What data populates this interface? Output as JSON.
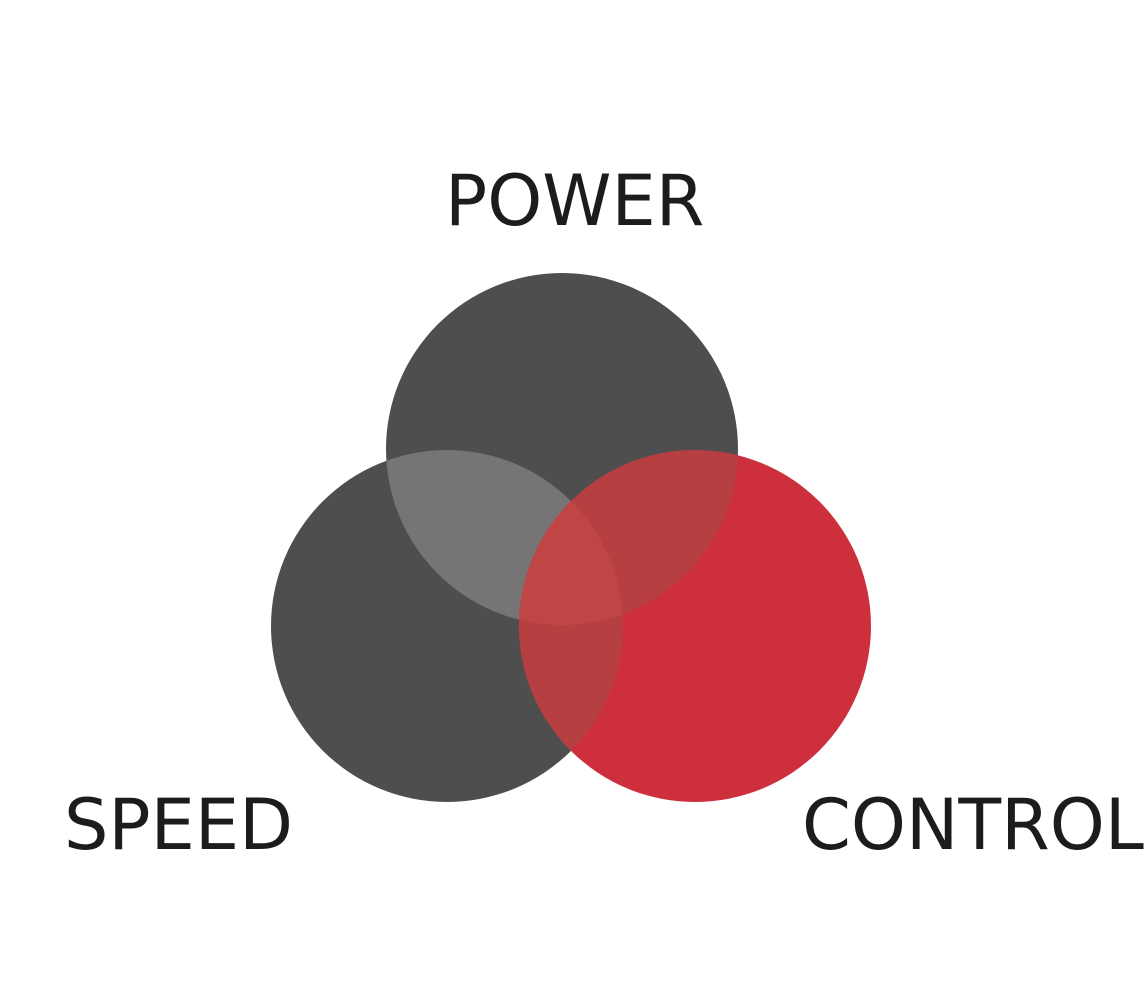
{
  "diagram": {
    "type": "venn",
    "sets": [
      {
        "label": "POWER",
        "color": "#4e4e4e"
      },
      {
        "label": "SPEED",
        "color": "#4e4e4e"
      },
      {
        "label": "CONTROL",
        "color": "#cd303c"
      }
    ],
    "overlap_colors": {
      "power_speed": "#767474",
      "power_control": "#b63f42",
      "speed_control": "#b63f42",
      "center": "#c04646"
    }
  }
}
